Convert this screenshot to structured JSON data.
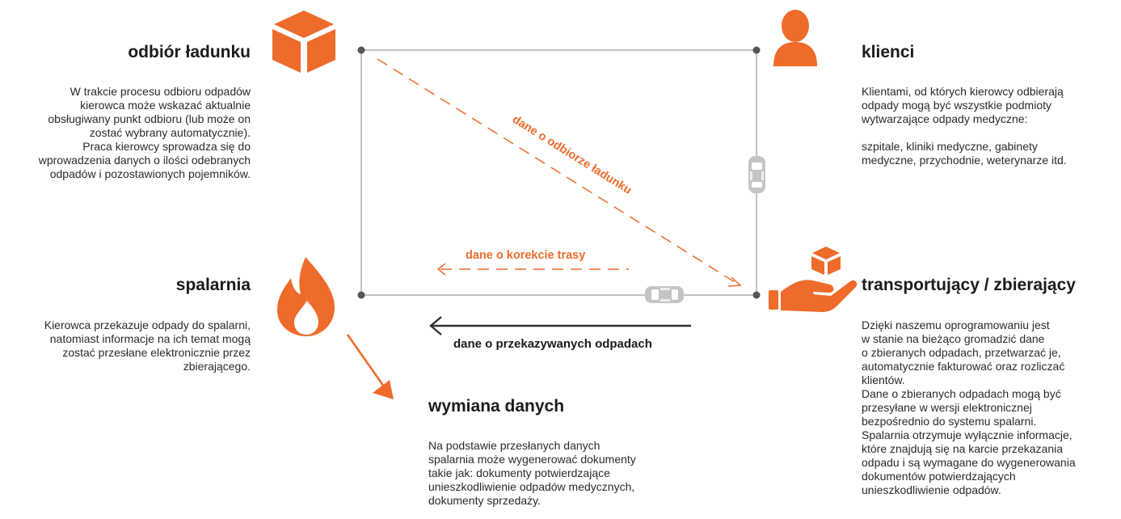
{
  "colors": {
    "accent": "#ee6b2a",
    "line": "#999999",
    "node": "#555555",
    "arrow_dark": "#333333",
    "car": "#c4c4c4"
  },
  "icons": {
    "odbior": "box-icon",
    "klienci": "person-icon",
    "spalarnia": "flame-icon",
    "transport": "hand-with-box-icon",
    "cars": "car-icon"
  },
  "blocks": {
    "odbior": {
      "title": "odbiór ładunku",
      "text": "W trakcie procesu odbioru odpadów\nkierowca może wskazać aktualnie\nobsługiwany punkt odbioru (lub może on\nzostać wybrany automatycznie).\nPraca kierowcy sprowadza się do\nwprowadzenia danych o ilości odebranych\nodpadów i pozostawionych pojemników."
    },
    "klienci": {
      "title": "klienci",
      "text": "Klientami, od których kierowcy odbierają\nodpady mogą być wszystkie podmioty\nwytwarzające odpady medyczne:\n\nszpitale, kliniki medyczne, gabinety\nmedyczne, przychodnie, weterynarze itd."
    },
    "spalarnia": {
      "title": "spalarnia",
      "text": "Kierowca przekazuje odpady do spalarni,\nnatomiast informacje na ich temat mogą\nzostać przesłane elektronicznie przez\nzbierającego."
    },
    "transport": {
      "title": "transportujący / zbierający",
      "text": "Dzięki naszemu oprogramowaniu jest\nw stanie na bieżąco gromadzić dane\no zbieranych odpadach, przetwarzać je,\nautomatycznie fakturować oraz rozliczać\nklientów.\nDane o zbieranych odpadach mogą być\nprzesyłane w wersji elektronicznej\nbezpośrednio do systemu spalarni.\nSpalarnia otrzymuje wyłącznie informacje,\nktóre znajdują się na karcie przekazania\nodpadu i są wymagane do wygenerowania\ndokumentów potwierdzających\nunieszkodliwienie odpadów."
    },
    "wymiana": {
      "title": "wymiana danych",
      "text": "Na podstawie przesłanych danych\nspalarnia może wygenerować dokumenty\ntakie jak: dokumenty potwierdzające\nunieszkodliwienie odpadów medycznych,\ndokumenty sprzedaży."
    }
  },
  "edges": {
    "diagonal_label": "dane o odbiorze ładunku",
    "correction_label": "dane o korekcie trasy",
    "transfer_label": "dane o przekazywanych odpadach"
  }
}
